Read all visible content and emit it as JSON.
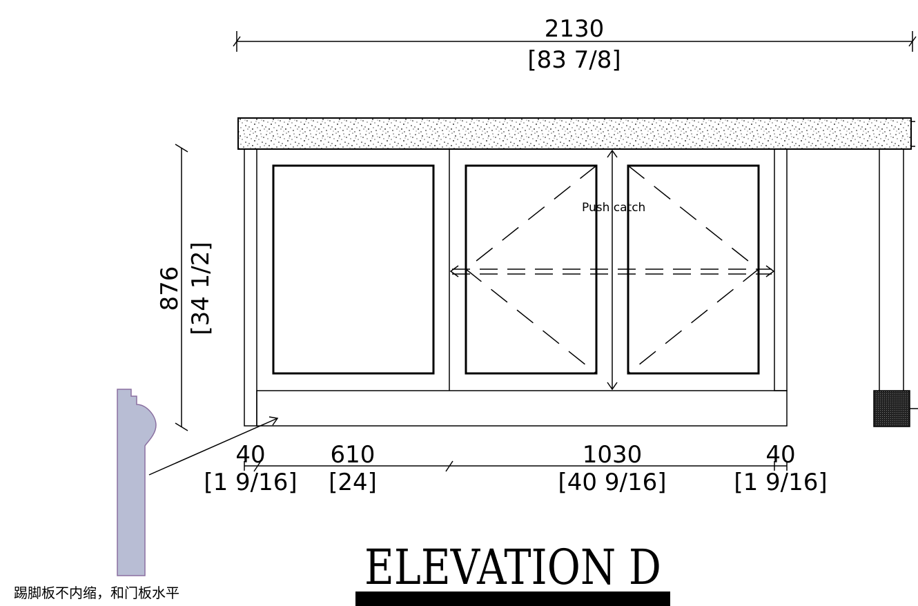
{
  "drawing": {
    "title": "ELEVATION D",
    "overall_width": {
      "mm": "2130",
      "inch": "[83 7/8]"
    },
    "overall_height": {
      "mm": "876",
      "inch": "[34 1/2]"
    },
    "segments": [
      {
        "mm": "40",
        "inch": "[1 9/16]"
      },
      {
        "mm": "610",
        "inch": "[24]"
      },
      {
        "mm": "1030",
        "inch": "[40 9/16]"
      },
      {
        "mm": "40",
        "inch": "[1 9/16]"
      }
    ],
    "door_note": "Push catch",
    "kickboard_note": "踢脚板不内缩，和门板水平"
  },
  "colors": {
    "line": "#000000",
    "kickboard_profile_fill": "#b8bdd4",
    "kickboard_profile_stroke": "#8a6fa0"
  }
}
